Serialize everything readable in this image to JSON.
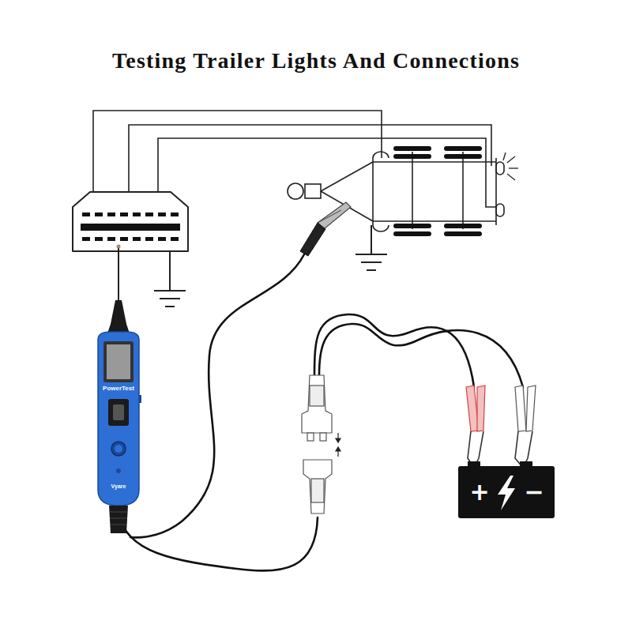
{
  "diagram": {
    "title": "Testing Trailer Lights And Connections",
    "labels": [
      "PowerTest",
      "Vyare",
      "+",
      "−"
    ]
  }
}
